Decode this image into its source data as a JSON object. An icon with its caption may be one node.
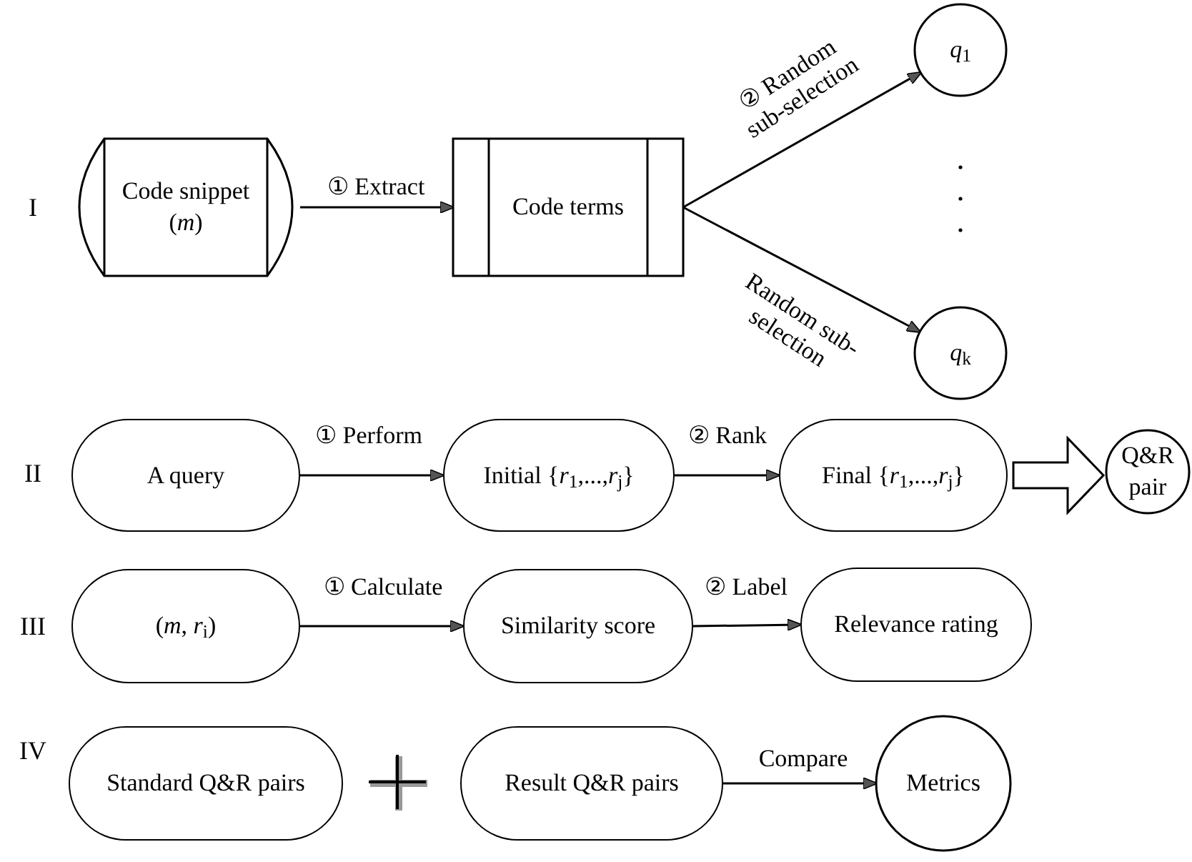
{
  "diagram": {
    "nodes": [
      {
        "text": [
          "Code snippet (*m*)"
        ]
      },
      {
        "text": [
          "Code terms"
        ]
      },
      {
        "text": [
          "*q*$_{1}$"
        ]
      },
      {
        "text": [
          "*q*$_{k}$"
        ]
      },
      {
        "text": [
          "A query"
        ]
      },
      {
        "text": [
          "Initial {*r*$_{1}$,...,*r*$_{j}$}"
        ]
      },
      {
        "text": [
          "Final {*r*$_{1}$,...,*r*$_{j}$}"
        ]
      },
      {
        "text": [
          "Q&R pair"
        ]
      },
      {
        "text": [
          "(*m*, *r*$_{i}$)"
        ]
      },
      {
        "text": [
          "Similarity score"
        ]
      },
      {
        "text": [
          "Relevance rating"
        ]
      },
      {
        "text": [
          "Standard Q&R pairs"
        ]
      },
      {
        "text": [
          "Result Q&R pairs"
        ]
      },
      {
        "text": [
          "Metrics"
        ]
      }
    ],
    "edges": [
      {
        "from": 0,
        "to": 1,
        "arrow": "to",
        "label": "① Extract"
      },
      {
        "from": 1,
        "to": 2,
        "arrow": "to",
        "label": "② Random sub-selection"
      },
      {
        "from": 1,
        "to": 3,
        "arrow": "to",
        "label": "Random sub-selection"
      },
      {
        "from": 4,
        "to": 5,
        "arrow": "to",
        "label": "① Perform"
      },
      {
        "from": 5,
        "to": 6,
        "arrow": "to",
        "label": "② Rank"
      },
      {
        "from": 6,
        "to": 7,
        "arrow": "to",
        "style": "thick"
      },
      {
        "from": 8,
        "to": 9,
        "arrow": "to",
        "label": "① Calculate"
      },
      {
        "from": 9,
        "to": 10,
        "arrow": "to",
        "label": "② Label"
      },
      {
        "from": 12,
        "to": 13,
        "arrow": "to",
        "label": "Compare"
      }
    ],
    "labels": [
      "I",
      "II",
      "III",
      "IV"
    ]
  }
}
